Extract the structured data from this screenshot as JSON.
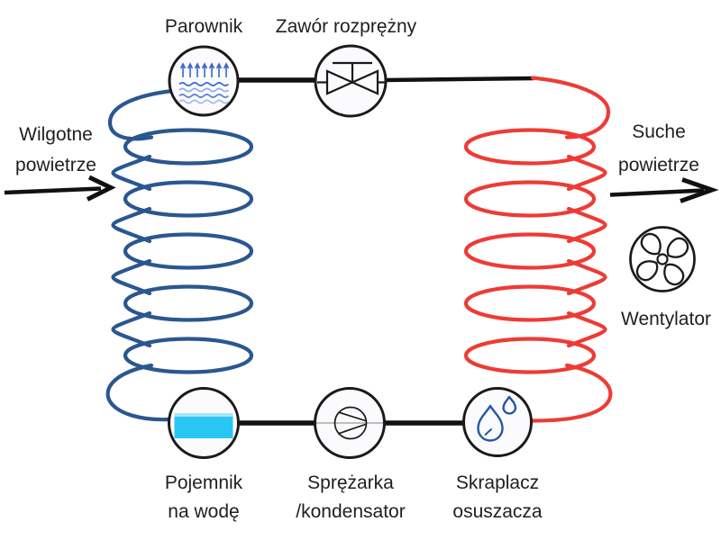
{
  "diagram_type": "dehumidifier-refrigeration-cycle",
  "components": {
    "evaporator": {
      "label": "Parownik",
      "icon": "evaporation-waves-icon"
    },
    "expansion_valve": {
      "label": "Zawór rozprężny",
      "icon": "valve-icon"
    },
    "water_container": {
      "lines": [
        "Pojemnik",
        "na wodę"
      ],
      "icon": "water-tank-icon"
    },
    "compressor": {
      "lines": [
        "Sprężarka",
        "/kondensator"
      ],
      "icon": "compressor-icon"
    },
    "condenser": {
      "lines": [
        "Skraplacz",
        "osuszacza"
      ],
      "icon": "droplets-icon"
    },
    "fan": {
      "label": "Wentylator",
      "icon": "fan-icon"
    }
  },
  "flows": {
    "humid_air": {
      "lines": [
        "Wilgotne",
        "powietrze"
      ],
      "direction": "right"
    },
    "dry_air": {
      "lines": [
        "Suche",
        "powietrze"
      ],
      "direction": "right"
    }
  },
  "coils": {
    "cold": {
      "side": "left",
      "loops": 5
    },
    "hot": {
      "side": "right",
      "loops": 5
    }
  },
  "colors": {
    "cold_coil": "#2a578f",
    "hot_coil": "#ee3b35",
    "pipe": "#111111",
    "outline": "#1a1a1a",
    "water_fill": "#29c6f4",
    "water_surface": "#a7e6fb",
    "droplet": "#2456a8",
    "evaporation": "#3a66c9",
    "text": "#1f1f1f",
    "background": "#ffffff"
  }
}
